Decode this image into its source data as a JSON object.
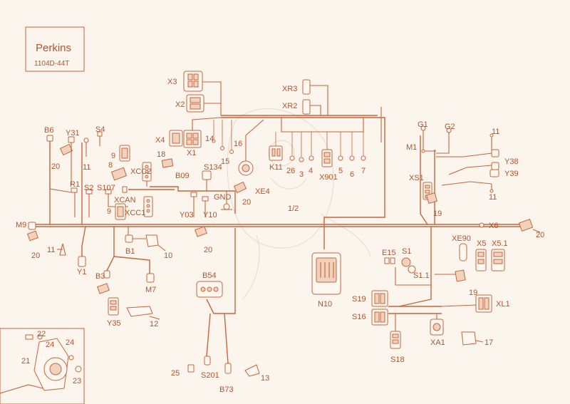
{
  "brand": {
    "name": "Perkins",
    "model": "1104D-44T"
  },
  "colors": {
    "line": "#c8643a",
    "text": "#b5532a",
    "background": "#fbf5ee"
  },
  "labels": {
    "X3": "X3",
    "X2": "X2",
    "X4": "X4",
    "X1": "X1",
    "n14": "14",
    "n15": "15",
    "n16": "16",
    "XR3": "XR3",
    "XR2": "XR2",
    "K11": "K11",
    "n26": "26",
    "n3": "3",
    "n4": "4",
    "X901": "X901",
    "n5": "5",
    "n6": "6",
    "n7": "7",
    "G1": "G1",
    "G2": "G2",
    "M1": "M1",
    "XS1": "XS1",
    "n19a": "19",
    "n11a": "11",
    "Y38": "Y38",
    "Y39": "Y39",
    "n11b": "11",
    "B6": "B6",
    "Y31": "Y31",
    "S4": "S4",
    "n20a": "20",
    "n11c": "11",
    "n9a": "9",
    "n18": "18",
    "n8": "8",
    "XCC2": "XCC2",
    "B09": "B09",
    "S134": "S134",
    "XE4": "XE4",
    "GND": "GND",
    "n20b": "20",
    "R1": "R1",
    "S2": "S2",
    "S107": "S107",
    "XCAN": "XCAN",
    "n9b": "9",
    "XCC1": "XCC1",
    "Y03": "Y03",
    "Y10": "Y10",
    "n1_2": "1/2",
    "M9": "M9",
    "n20c": "20",
    "X6": "X6",
    "n20d": "20",
    "n20e": "20",
    "n11d": "11",
    "Y1": "Y1",
    "B1": "B1",
    "n10": "10",
    "B3": "B3",
    "M7": "M7",
    "Y35": "Y35",
    "n12": "12",
    "B54": "B54",
    "N10": "N10",
    "E15": "E15",
    "S1": "S1",
    "S1_1": "S1.1",
    "XE90": "XE90",
    "X5": "X5",
    "X5_1": "X5.1",
    "n19b": "19",
    "S19": "S19",
    "S16": "S16",
    "XL1": "XL1",
    "XA1": "XA1",
    "n17": "17",
    "S18": "S18",
    "n22": "22",
    "n24a": "24",
    "n24b": "24",
    "n21": "21",
    "n23": "23",
    "n25": "25",
    "S201": "S201",
    "B73": "B73",
    "n13": "13"
  }
}
